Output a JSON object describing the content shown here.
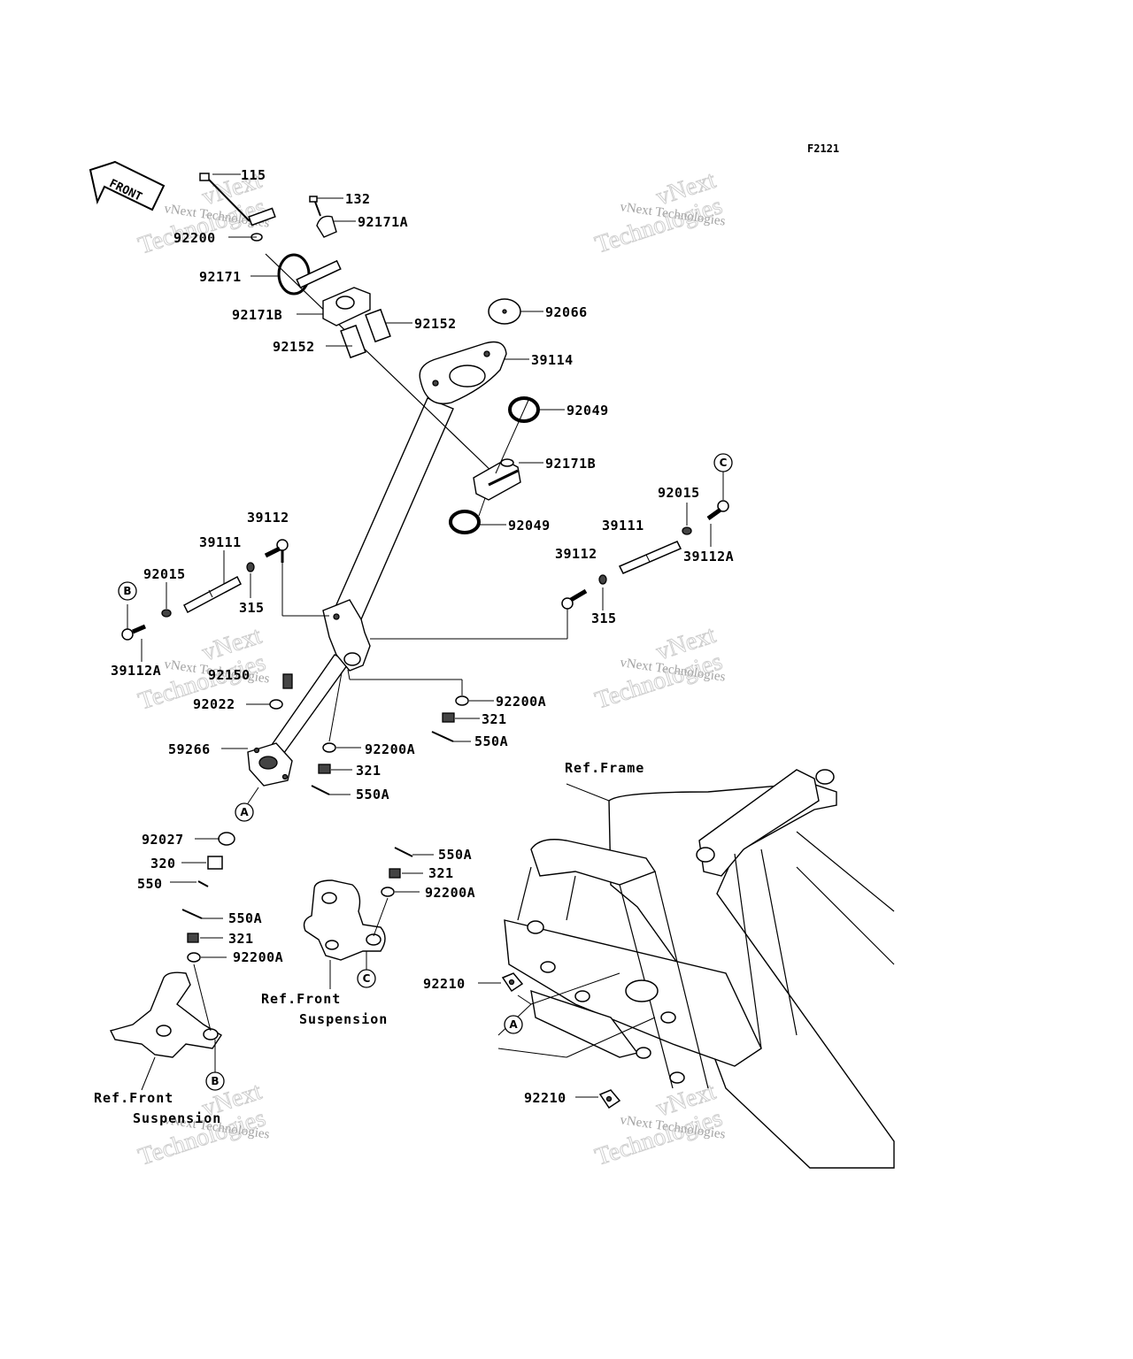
{
  "figure_code": "F2121",
  "front_label": "FRONT",
  "watermark": {
    "line1": "vNext Technologies",
    "line2": "Technologies",
    "line3": "vNext"
  },
  "parts": [
    {
      "id": "p115",
      "label": "115"
    },
    {
      "id": "p132",
      "label": "132"
    },
    {
      "id": "p92171A",
      "label": "92171A"
    },
    {
      "id": "p92200",
      "label": "92200"
    },
    {
      "id": "p92171",
      "label": "92171"
    },
    {
      "id": "p92171B_top",
      "label": "92171B"
    },
    {
      "id": "p92152_a",
      "label": "92152"
    },
    {
      "id": "p92152_b",
      "label": "92152"
    },
    {
      "id": "p92066",
      "label": "92066"
    },
    {
      "id": "p39114",
      "label": "39114"
    },
    {
      "id": "p92049_top",
      "label": "92049"
    },
    {
      "id": "p92171B_mid",
      "label": "92171B"
    },
    {
      "id": "p92049_bot",
      "label": "92049"
    },
    {
      "id": "p92015_r",
      "label": "92015"
    },
    {
      "id": "p39111_r",
      "label": "39111"
    },
    {
      "id": "p39112A_r",
      "label": "39112A"
    },
    {
      "id": "p39112_r",
      "label": "39112"
    },
    {
      "id": "p315_r",
      "label": "315"
    },
    {
      "id": "p39112_l",
      "label": "39112"
    },
    {
      "id": "p39111_l",
      "label": "39111"
    },
    {
      "id": "p92015_l",
      "label": "92015"
    },
    {
      "id": "p315_l",
      "label": "315"
    },
    {
      "id": "p39112A_l",
      "label": "39112A"
    },
    {
      "id": "p92150",
      "label": "92150"
    },
    {
      "id": "p92022",
      "label": "92022"
    },
    {
      "id": "p92200A_1",
      "label": "92200A"
    },
    {
      "id": "p321_1",
      "label": "321"
    },
    {
      "id": "p550A_1",
      "label": "550A"
    },
    {
      "id": "p59266",
      "label": "59266"
    },
    {
      "id": "p92200A_2",
      "label": "92200A"
    },
    {
      "id": "p321_2",
      "label": "321"
    },
    {
      "id": "p550A_2",
      "label": "550A"
    },
    {
      "id": "p92027",
      "label": "92027"
    },
    {
      "id": "p320",
      "label": "320"
    },
    {
      "id": "p550",
      "label": "550"
    },
    {
      "id": "p550A_3",
      "label": "550A"
    },
    {
      "id": "p321_3",
      "label": "321"
    },
    {
      "id": "p92200A_3",
      "label": "92200A"
    },
    {
      "id": "p550A_4",
      "label": "550A"
    },
    {
      "id": "p321_4",
      "label": "321"
    },
    {
      "id": "p92200A_4",
      "label": "92200A"
    },
    {
      "id": "p92210_a",
      "label": "92210"
    },
    {
      "id": "p92210_b",
      "label": "92210"
    }
  ],
  "refs": {
    "frame": "Ref.Frame",
    "front_susp_center_1": "Ref.Front",
    "front_susp_center_2": "Suspension",
    "front_susp_left_1": "Ref.Front",
    "front_susp_left_2": "Suspension"
  },
  "callouts": {
    "A": "A",
    "B": "B",
    "C": "C"
  }
}
